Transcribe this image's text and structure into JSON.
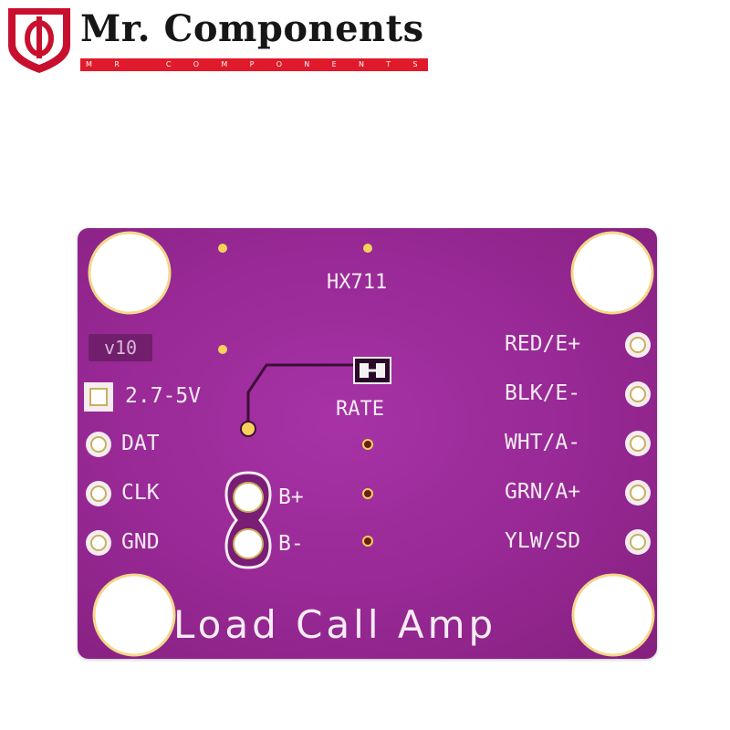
{
  "brand": {
    "name": "Mr. Components",
    "tagline": "MR COMPONENTS",
    "colors": {
      "logo_red": "#c8102e",
      "bar_red": "#e11a2b",
      "text": "#161616"
    },
    "logo_icon": "shield-emblem"
  },
  "board": {
    "chip_label": "HX711",
    "version": "v10",
    "rate_label": "RATE",
    "title": "Load Call Amp",
    "left_pins": [
      "2.7-5V",
      "DAT",
      "CLK",
      "GND"
    ],
    "right_pins": [
      "RED/E+",
      "BLK/E-",
      "WHT/A-",
      "GRN/A+",
      "YLW/SD"
    ],
    "power_pads": [
      "B+",
      "B-"
    ],
    "colors": {
      "pcb": "#962893",
      "silkscreen": "#f4ecf2",
      "copper": "#f5d15a"
    }
  }
}
